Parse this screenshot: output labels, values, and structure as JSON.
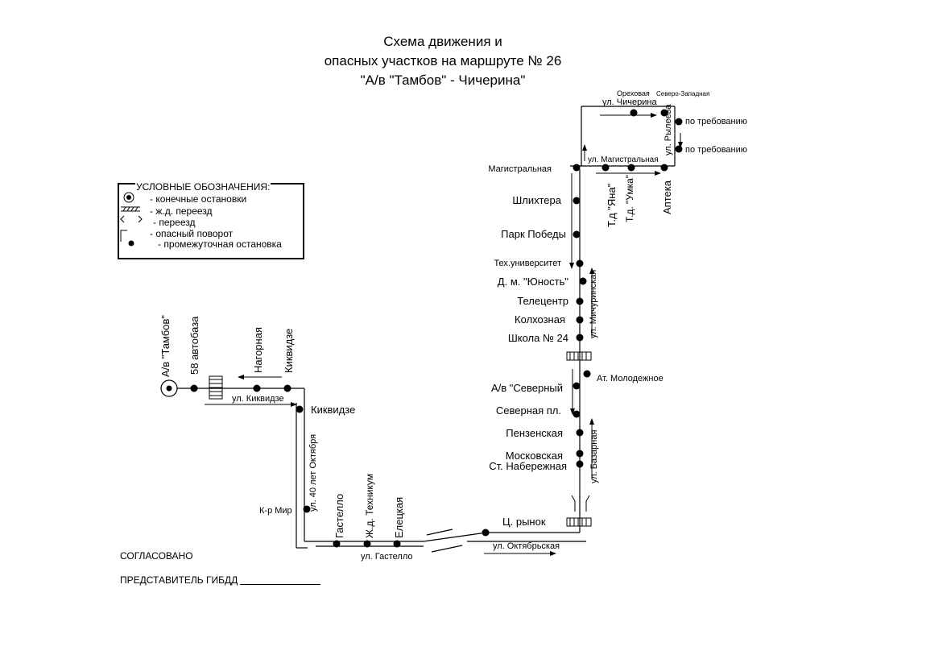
{
  "title": {
    "line1": "Схема  движения и",
    "line2": "опасных участков на маршруте № 26",
    "line3": "\"А/в \"Тамбов\" - Чичерина\""
  },
  "legend": {
    "header": "УСЛОВНЫЕ ОБОЗНАЧЕНИЯ:",
    "items": [
      "- конечные остановки",
      "- ж.д. переезд",
      "- переезд",
      "- опасный поворот",
      "- промежуточная остановка"
    ]
  },
  "streets": {
    "kikvidze": "ул. Киквидзе",
    "oct40": "ул. 40 лет Октября",
    "gastello": "ул. Гастелло",
    "oktyabrskaya": "ул. Октябрьская",
    "bazarnaya": "ул. Базарная",
    "michurinskaya": "ул. Мичуринская",
    "magistralnaya": "ул. Магистральная",
    "chicherina": "ул. Чичерина",
    "ryleeva": "ул. Рылеева"
  },
  "stops": {
    "av_tambov": "А/в \"Тамбов\"",
    "avtobaza": "58 автобаза",
    "nagornaya": "Нагорная",
    "kikvidze_v": "Киквидзе",
    "kikvidze": "Киквидзе",
    "kr_mir": "К-р Мир",
    "gastello": "Гастелло",
    "tehnikum": "Ж.д. Техникум",
    "eletskaya": "Елецкая",
    "ts_rynok": "Ц. рынок",
    "naberezhnaya": "Ст. Набережная",
    "moskovskaya": "Московская",
    "penzenskaya": "Пензенская",
    "severnaya_pl": "Северная пл.",
    "av_severny": "А/в \"Северный",
    "molodezhnoe": "Ат. Молодежное",
    "shkola24": "Школа № 24",
    "kolhoznaya": "Колхозная",
    "telecentr": "Телецентр",
    "yunost": "Д. м. \"Юность\"",
    "teh_univ": "Тех.университет",
    "park_pobedy": "Парк Победы",
    "shlihtera": "Шлихтера",
    "magistralnaya": "Магистральная",
    "td_yana": "Т.д \"Яна\"",
    "td_umka": "Т.д. \"Умка\"",
    "apteka": "Аптека",
    "orehovaya": "Ореховая",
    "severo_zapadnaya": "Северо-Западная",
    "po_trebovaniyu_1": "по требованию",
    "po_trebovaniyu_2": "по требованию"
  },
  "signature": {
    "agreed": "СОГЛАСОВАНО",
    "representative": "ПРЕДСТАВИТЕЛЬ ГИБДД"
  }
}
